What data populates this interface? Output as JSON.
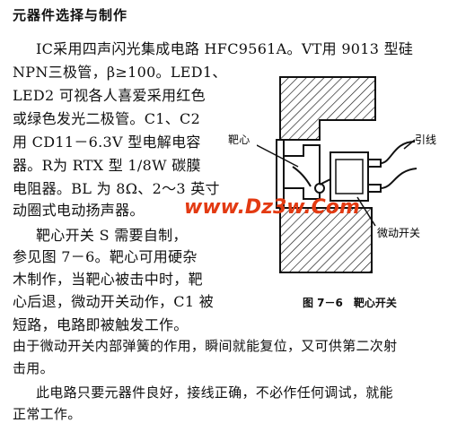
{
  "section_title": "元器件选择与制作",
  "paragraph1": [
    "IC采用四声闪光集成电路 HFC9561A。VT用 9013 型硅",
    "NPN三极管，β≥100。LED1、",
    "LED2 可视各人喜爱采用红色",
    "或绿色发光二极管。C1、C2",
    "用 CD11－6.3V 型电解电容",
    "器。R为 RTX 型 1/8W 碳膜",
    "电阻器。BL 为 8Ω、2～3 英寸",
    "动圈式电动扬声器。"
  ],
  "paragraph2": [
    "靶心开关 S 需要自制，",
    "参见图 7－6。靶心可用硬杂",
    "木制作，当靶心被击中时，靶",
    "心后退，微动开关动作，C1 被",
    "短路，电路即被触发工作。",
    "由于微动开关内部弹簧的作用，瞬间就能复位，又可供第二次射",
    "击用。"
  ],
  "paragraph3": [
    "此电路只要元器件良好，接线正确，不必作任何调试，就能",
    "正常工作。"
  ],
  "figure": {
    "label_bullseye": "靶心",
    "label_lead": "引线",
    "label_microswitch": "微动开关",
    "caption": "图 7－6　靶心开关"
  },
  "watermark": "www.Dz3w.Com"
}
